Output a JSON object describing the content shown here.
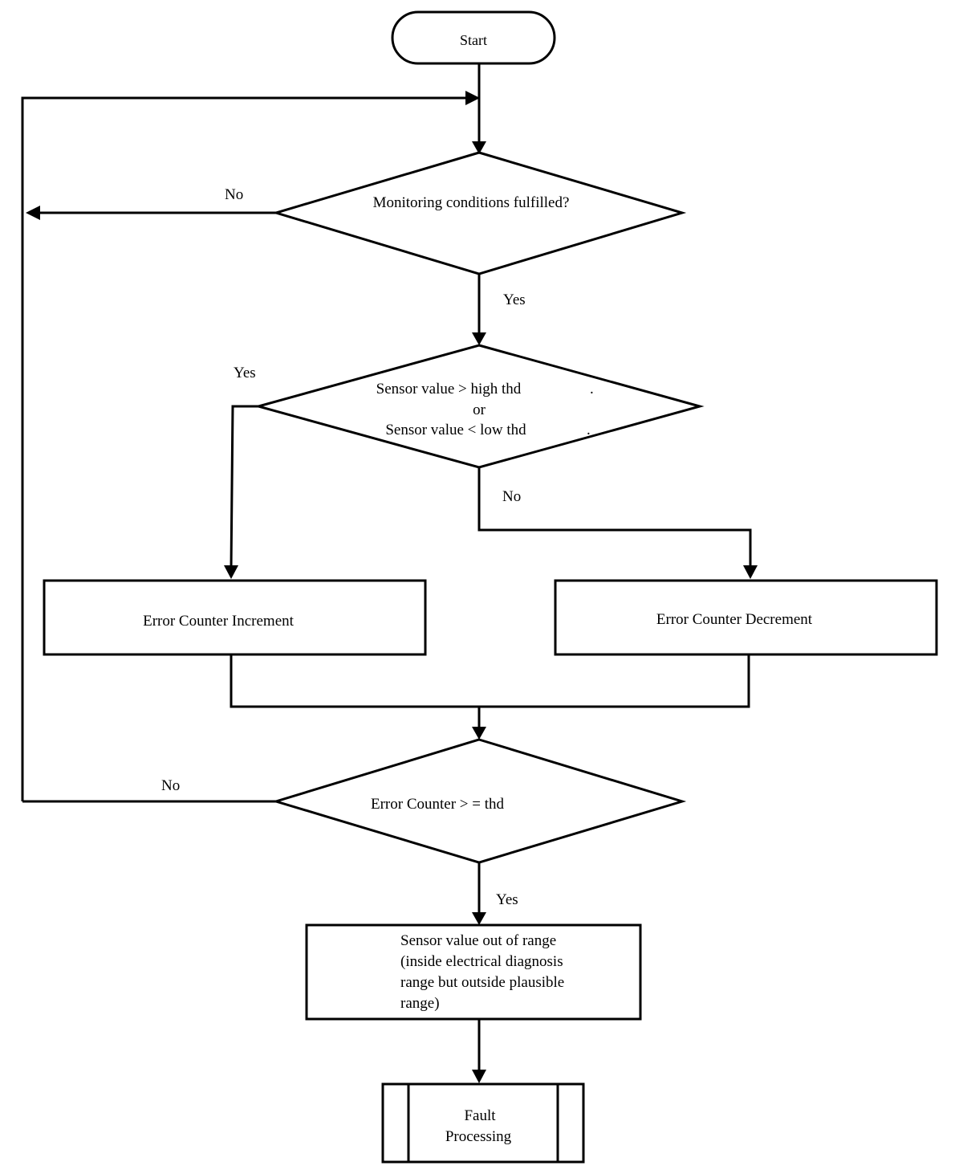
{
  "flowchart": {
    "start": {
      "label": "Start"
    },
    "decision_monitoring": {
      "label": "Monitoring  conditions fulfilled?",
      "no_label": "No",
      "yes_label": "Yes"
    },
    "decision_sensor": {
      "line1": "Sensor value > high thd",
      "line2": "or",
      "line3": "Sensor    value < low thd",
      "yes_label": "Yes",
      "no_label": "No"
    },
    "process_increment": {
      "label": "Error Counter Increment"
    },
    "process_decrement": {
      "label": "Error Counter Decrement"
    },
    "decision_counter": {
      "label": "Error Counter > = thd",
      "no_label": "No",
      "yes_label": "Yes"
    },
    "process_out_of_range": {
      "line1": "Sensor value out of range",
      "line2": "(inside electrical diagnosis",
      "line3": "range but outside plausible",
      "line4": "range)"
    },
    "subprocess_fault": {
      "line1": "Fault",
      "line2": "Processing"
    }
  }
}
